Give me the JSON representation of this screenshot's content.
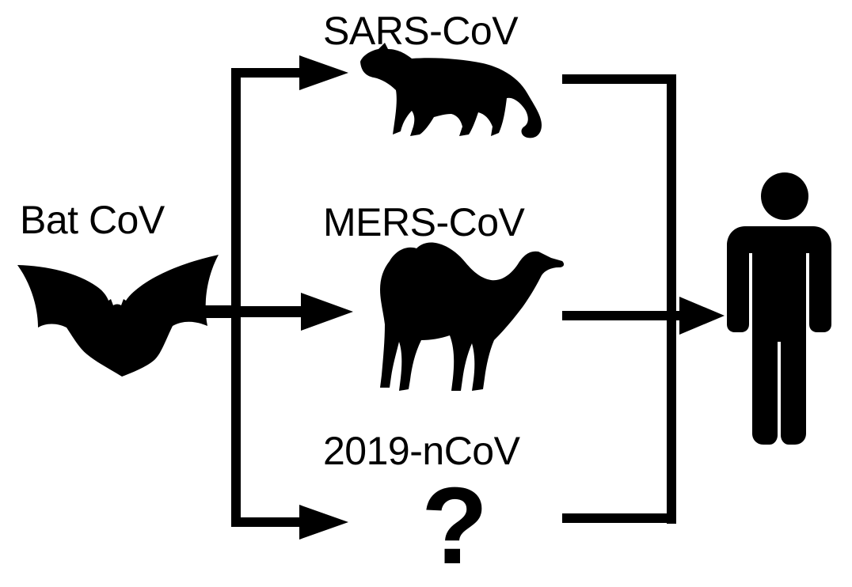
{
  "source": {
    "label": "Bat CoV",
    "icon": "bat-icon"
  },
  "intermediates": [
    {
      "label": "SARS-CoV",
      "icon": "civet-icon"
    },
    {
      "label": "MERS-CoV",
      "icon": "camel-icon"
    },
    {
      "label": "2019-nCoV",
      "icon": "question-mark-icon",
      "symbol": "?"
    }
  ],
  "target": {
    "icon": "human-icon"
  },
  "colors": {
    "ink": "#000000",
    "background": "#ffffff"
  }
}
